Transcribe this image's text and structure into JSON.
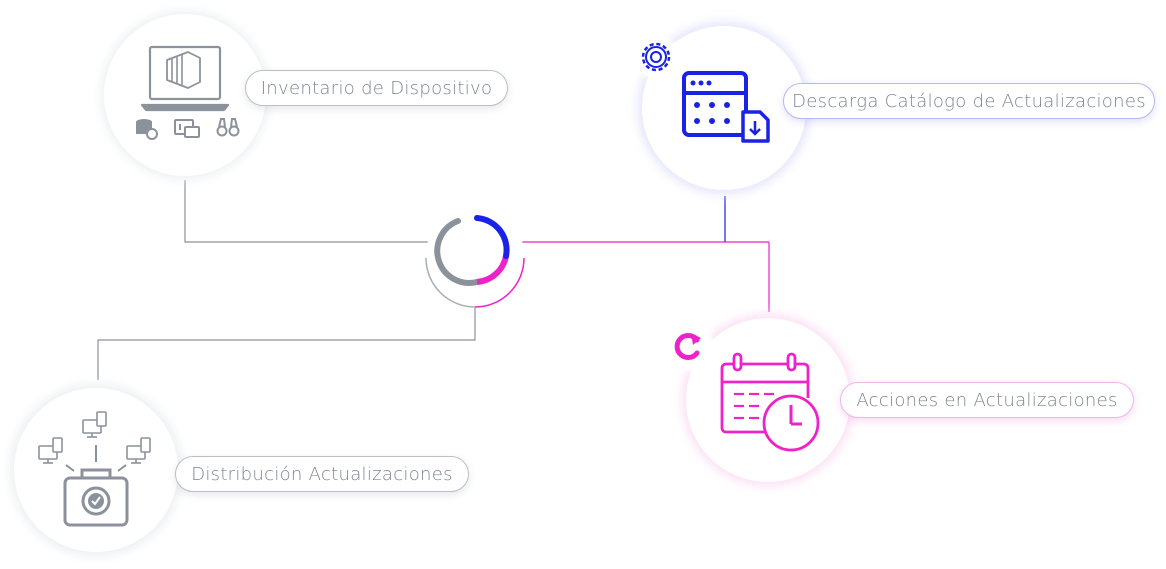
{
  "nodes": {
    "inventory": {
      "label": "Inventario de Dispositivo"
    },
    "catalog": {
      "label": "Descarga Catálogo de Actualizaciones"
    },
    "actions": {
      "label": "Acciones en Actualizaciones"
    },
    "distribution": {
      "label": "Distribución Actualizaciones"
    }
  },
  "colors": {
    "gray": "#8c929c",
    "blue": "#1a22e6",
    "magenta": "#ee22c9",
    "label_text": "#7d8491"
  },
  "icons": {
    "inventory": [
      "laptop-stack-icon",
      "database-sync-icon",
      "monitor-download-icon",
      "binoculars-icon"
    ],
    "catalog": [
      "gear-icon",
      "calendar-download-icon"
    ],
    "actions": [
      "refresh-icon",
      "calendar-clock-icon"
    ],
    "distribution": [
      "computer-icon",
      "toolbox-icon"
    ]
  }
}
